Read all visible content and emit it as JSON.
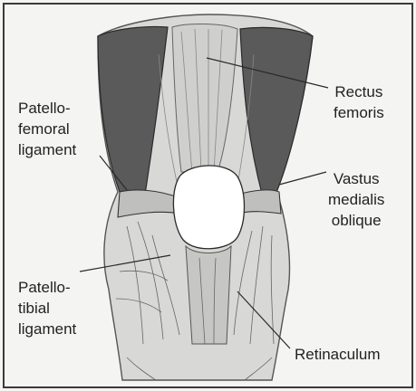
{
  "labels": {
    "rectus_femoris": "Rectus\nfemoris",
    "patellofemoral_ligament": "Patello-\nfemoral\nligament",
    "vastus_medialis_oblique": "Vastus\nmedialis\noblique",
    "patellotibial_ligament": "Patello-\ntibial\nligament",
    "retinaculum": "Retinaculum"
  },
  "colors": {
    "muscle_dark": "#5a5a5a",
    "tissue_light": "#d8d8d6",
    "patella": "#ffffff",
    "line": "#2a2a2a"
  }
}
